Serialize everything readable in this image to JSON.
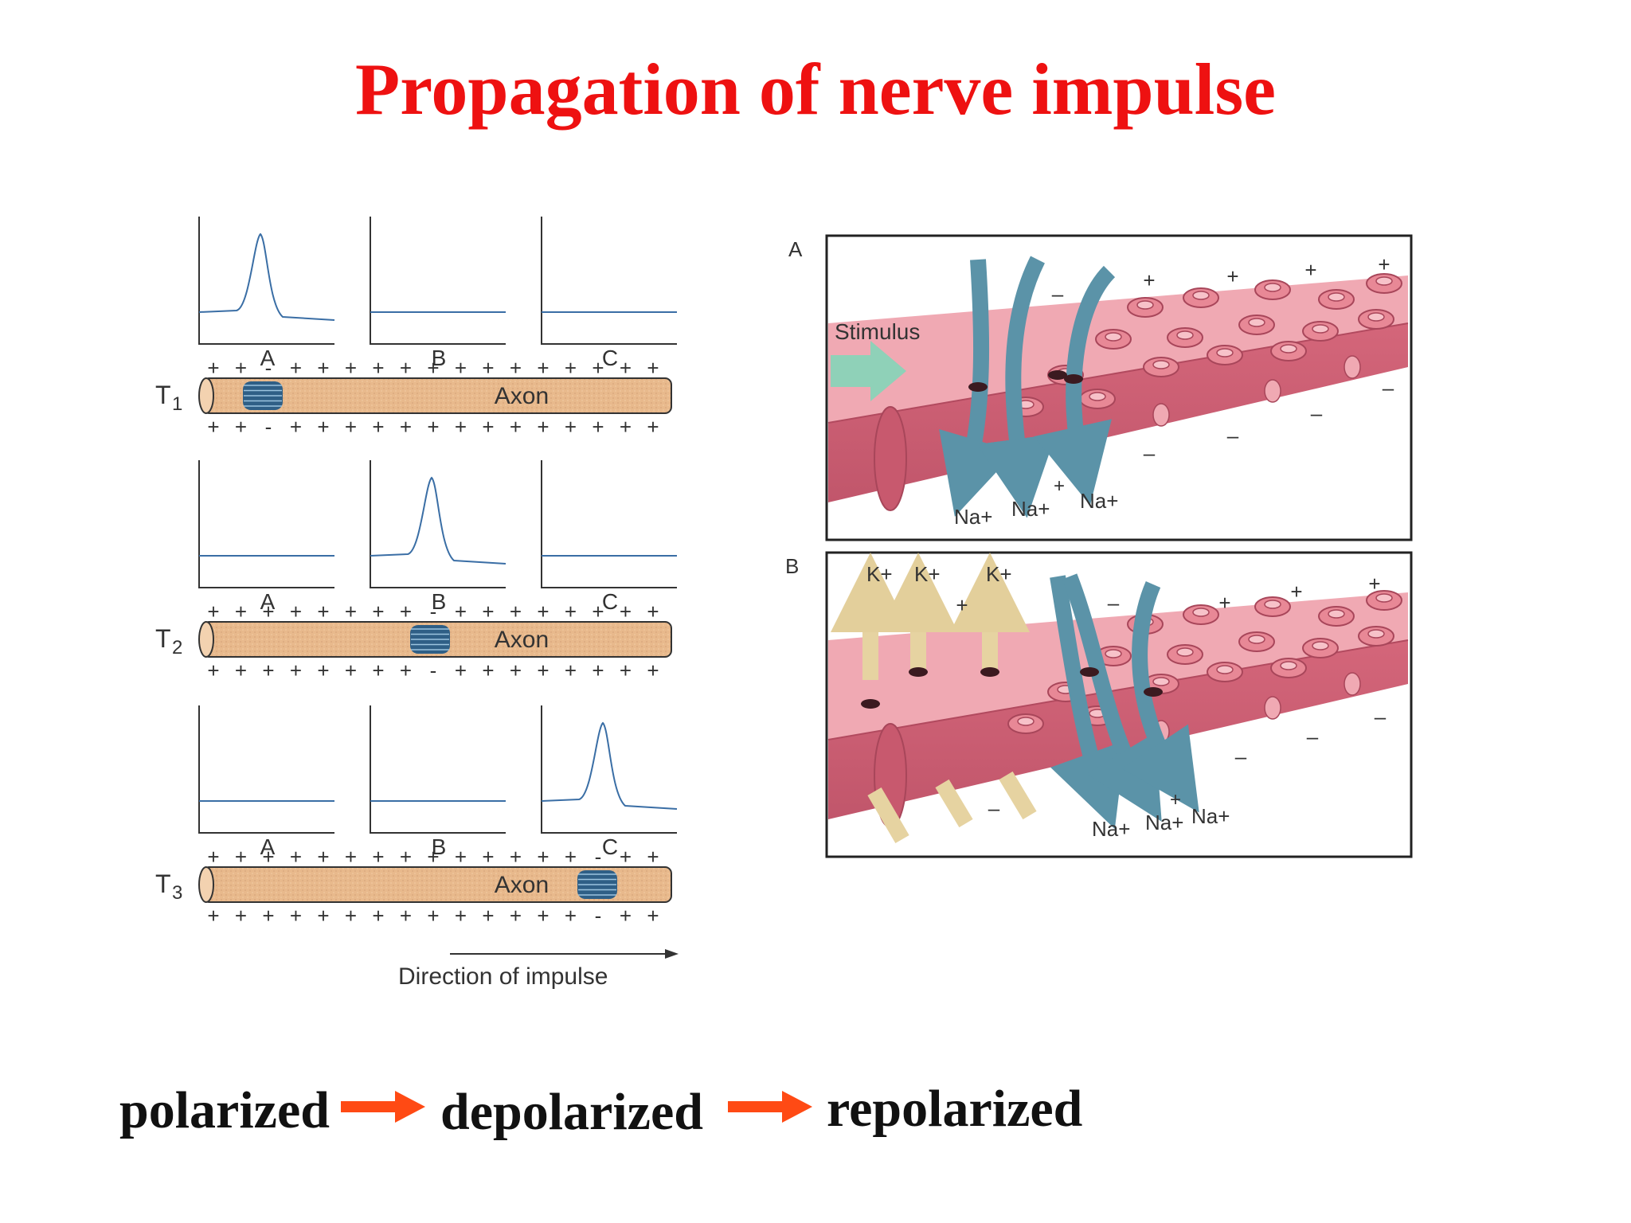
{
  "title": "Propagation of nerve impulse",
  "left_diagram": {
    "graph_labels": [
      "A",
      "B",
      "C"
    ],
    "rows": [
      {
        "time_label": "T1",
        "axon_label": "Axon"
      },
      {
        "time_label": "T2",
        "axon_label": "Axon"
      },
      {
        "time_label": "T3",
        "axon_label": "Axon"
      }
    ],
    "direction_label": "Direction of impulse"
  },
  "right_diagram": {
    "panel_a": {
      "label": "A",
      "stimulus_label": "Stimulus",
      "ions": [
        "Na+",
        "Na+",
        "Na+"
      ]
    },
    "panel_b": {
      "label": "B",
      "k_ions": [
        "K+",
        "K+",
        "K+"
      ],
      "na_ions": [
        "Na+",
        "Na+",
        "Na+"
      ]
    }
  },
  "footer": {
    "stage1": "polarized",
    "stage2": "depolarized",
    "stage3": "repolarized",
    "arrow_color": "#ff4a14"
  },
  "colors": {
    "title": "#ee1111",
    "axon_fill": "#e8b98c",
    "trace": "#3a6ea5",
    "membrane": "#d96b7e",
    "membrane_top": "#f0a9b3",
    "na_arrow": "#5b93a8",
    "k_arrow": "#e6d3a1"
  }
}
